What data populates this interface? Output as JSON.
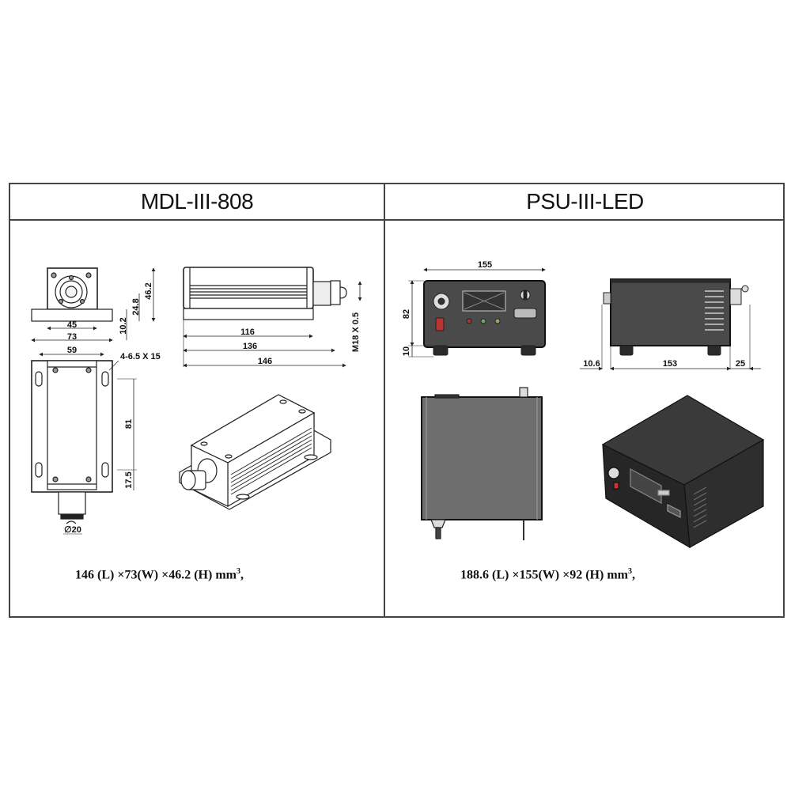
{
  "panels": [
    {
      "title": "MDL-III-808",
      "caption": {
        "prefix": "146 (L) ×73(W) ×46.2 (H) mm",
        "sup": "3",
        "suffix": ","
      },
      "views": {
        "front": {
          "dims": {
            "width_inner": "45",
            "width_base": "73",
            "base_height": "10.2",
            "axis_height": "24.8",
            "total_height": "46.2"
          }
        },
        "side": {
          "dims": {
            "body_length": "116",
            "mid_length": "136",
            "total_length": "146",
            "thread": "M18 X 0.5"
          }
        },
        "top": {
          "dims": {
            "hole_spacing": "59",
            "slot_spec": "4-6.5 X 15",
            "slot_pitch": "81",
            "edge_offset": "17.5",
            "aperture": "∅20"
          }
        },
        "iso": {
          "label": ""
        }
      }
    },
    {
      "title": "PSU-III-LED",
      "caption": {
        "prefix": "188.6 (L) ×155(W) ×92 (H) mm",
        "sup": "3",
        "suffix": ","
      },
      "views": {
        "front": {
          "dims": {
            "width": "155",
            "height": "82",
            "feet": "10"
          }
        },
        "side": {
          "dims": {
            "rear_offset": "10.6",
            "length": "153",
            "front_offset": "25"
          }
        },
        "top": {
          "label": ""
        },
        "iso": {
          "label": ""
        }
      }
    }
  ],
  "colors": {
    "line": "#444444",
    "text": "#111111",
    "psu_body": "#4a4a4a",
    "psu_dark": "#2a2a2a",
    "psu_top": "#6e6e6e"
  }
}
